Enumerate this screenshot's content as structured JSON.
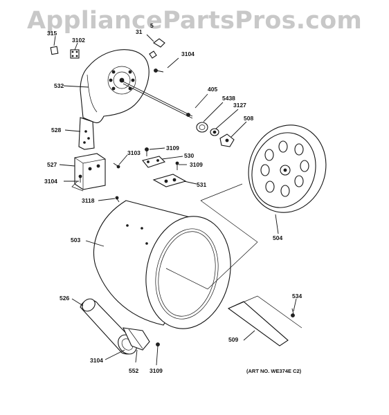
{
  "watermark": "AppliancePartsPros.com",
  "art_number": "(ART NO. WE374E C2)",
  "callouts": {
    "c315": "315",
    "c3102": "3102",
    "c5": "5",
    "c31_": "31",
    "c3104a": "3104",
    "c532": "532",
    "c405": "405",
    "c5438": "5438",
    "c3127": "3127",
    "c508": "508",
    "c528": "528",
    "c3109a": "3109",
    "c530": "530",
    "c3109b": "3109",
    "c3103": "3103",
    "c527": "527",
    "c531": "531",
    "c3104b": "3104",
    "c3118": "3118",
    "c503": "503",
    "c504": "504",
    "c534": "534",
    "c526": "526",
    "c509": "509",
    "c3104c": "3104",
    "c552": "552",
    "c3109c": "3109"
  }
}
